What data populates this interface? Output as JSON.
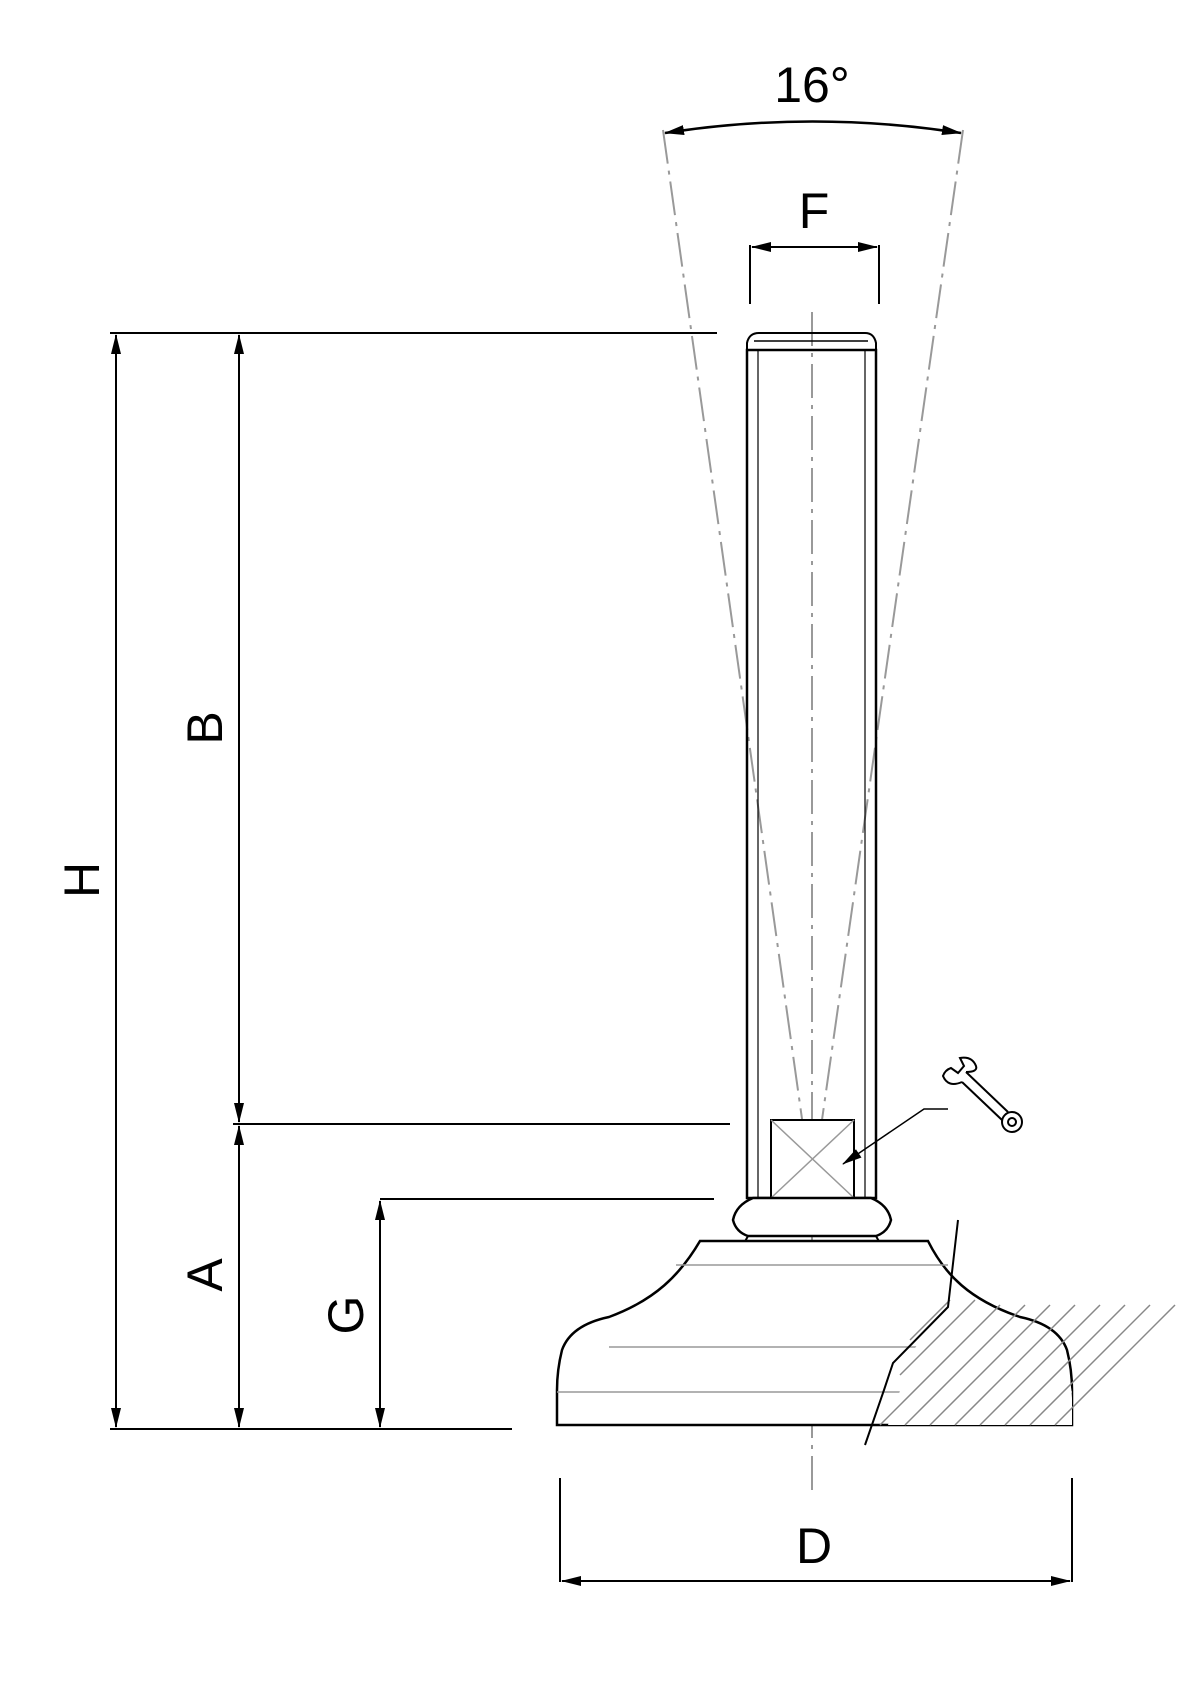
{
  "drawing": {
    "angle_label": "16°",
    "dimension_labels": {
      "F": "F",
      "H": "H",
      "B": "B",
      "A": "A",
      "G": "G",
      "D": "D"
    },
    "icons": [
      "wrench-icon"
    ],
    "colors": {
      "line": "#000000",
      "construction": "#999999",
      "hatch": "#888888",
      "background": "#ffffff"
    }
  }
}
